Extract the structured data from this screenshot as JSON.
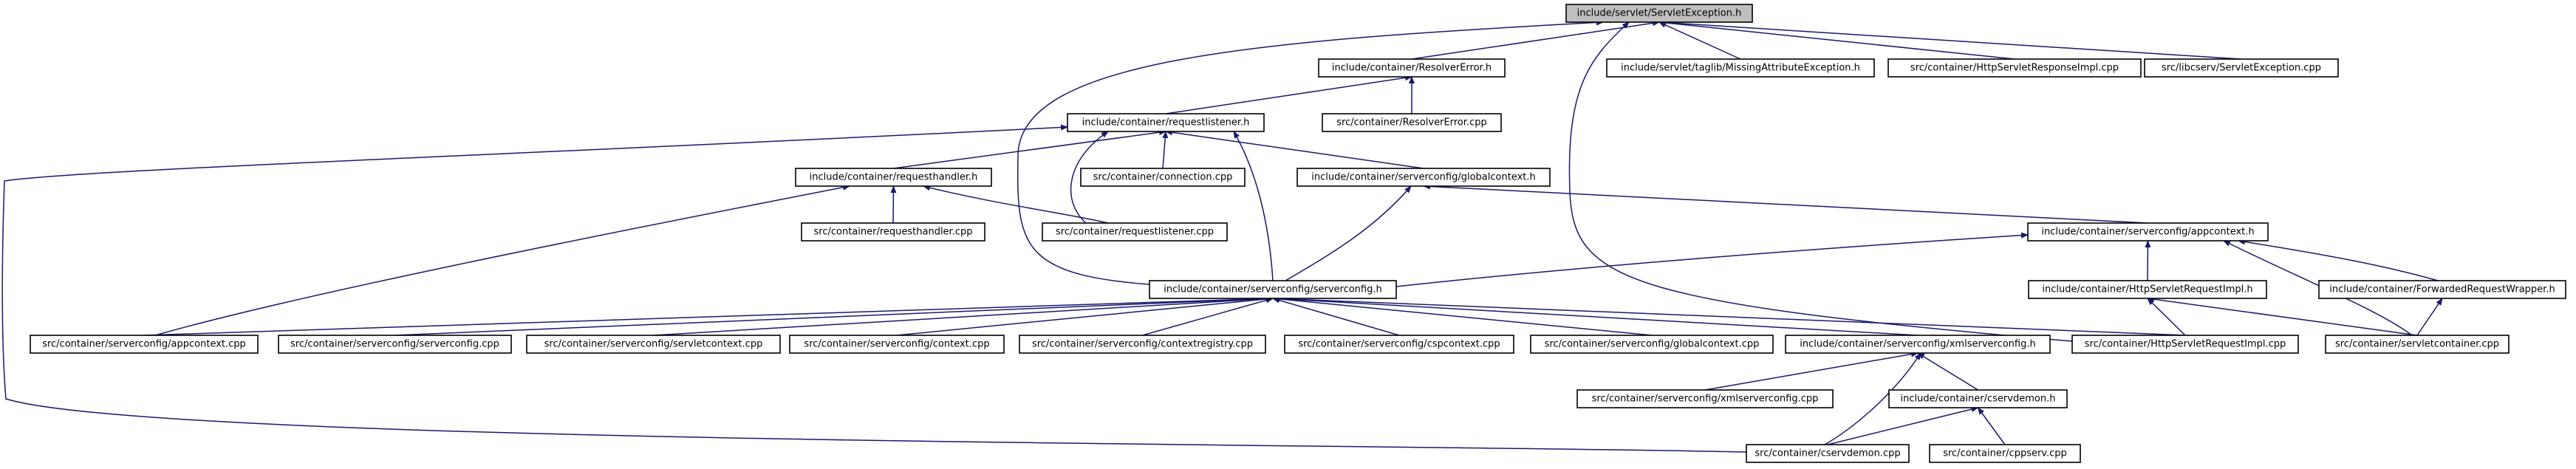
{
  "graph": {
    "arrow_color": "#191970",
    "root_fill": "#bfbfbf",
    "nodes": [
      {
        "id": "servletexception_h",
        "label": "include/servlet/ServletException.h",
        "root": true
      },
      {
        "id": "resolvererror_h",
        "label": "include/container/ResolverError.h"
      },
      {
        "id": "missingattribute_h",
        "label": "include/servlet/taglib/MissingAttributeException.h"
      },
      {
        "id": "httpservletresponseimpl_cpp",
        "label": "src/container/HttpServletResponseImpl.cpp"
      },
      {
        "id": "libcserv_servletexception_cpp",
        "label": "src/libcserv/ServletException.cpp"
      },
      {
        "id": "requestlistener_h",
        "label": "include/container/requestlistener.h"
      },
      {
        "id": "resolvererror_cpp",
        "label": "src/container/ResolverError.cpp"
      },
      {
        "id": "requesthandler_h",
        "label": "include/container/requesthandler.h"
      },
      {
        "id": "connection_cpp",
        "label": "src/container/connection.cpp"
      },
      {
        "id": "globalcontext_h",
        "label": "include/container/serverconfig/globalcontext.h"
      },
      {
        "id": "requesthandler_cpp",
        "label": "src/container/requesthandler.cpp"
      },
      {
        "id": "requestlistener_cpp",
        "label": "src/container/requestlistener.cpp"
      },
      {
        "id": "appcontext_h",
        "label": "include/container/serverconfig/appcontext.h"
      },
      {
        "id": "serverconfig_h",
        "label": "include/container/serverconfig/serverconfig.h"
      },
      {
        "id": "httpservletrequestimpl_h",
        "label": "include/container/HttpServletRequestImpl.h"
      },
      {
        "id": "forwardedrequestwrapper_h",
        "label": "include/container/ForwardedRequestWrapper.h"
      },
      {
        "id": "appcontext_cpp",
        "label": "src/container/serverconfig/appcontext.cpp"
      },
      {
        "id": "serverconfig_cpp",
        "label": "src/container/serverconfig/serverconfig.cpp"
      },
      {
        "id": "servletcontext_cpp",
        "label": "src/container/serverconfig/servletcontext.cpp"
      },
      {
        "id": "context_cpp",
        "label": "src/container/serverconfig/context.cpp"
      },
      {
        "id": "contextregistry_cpp",
        "label": "src/container/serverconfig/contextregistry.cpp"
      },
      {
        "id": "cspcontext_cpp",
        "label": "src/container/serverconfig/cspcontext.cpp"
      },
      {
        "id": "globalcontext_cpp",
        "label": "src/container/serverconfig/globalcontext.cpp"
      },
      {
        "id": "xmlserverconfig_h",
        "label": "include/container/serverconfig/xmlserverconfig.h"
      },
      {
        "id": "httpservletrequestimpl_cpp",
        "label": "src/container/HttpServletRequestImpl.cpp"
      },
      {
        "id": "servletcontainer_cpp",
        "label": "src/container/servletcontainer.cpp"
      },
      {
        "id": "xmlserverconfig_cpp",
        "label": "src/container/serverconfig/xmlserverconfig.cpp"
      },
      {
        "id": "cservdemon_h",
        "label": "include/container/cservdemon.h"
      },
      {
        "id": "cservdemon_cpp",
        "label": "src/container/cservdemon.cpp"
      },
      {
        "id": "cppserv_cpp",
        "label": "src/container/cppserv.cpp"
      }
    ],
    "edges": [
      {
        "from": "servletexception_h",
        "to": "resolvererror_h"
      },
      {
        "from": "servletexception_h",
        "to": "missingattribute_h"
      },
      {
        "from": "servletexception_h",
        "to": "httpservletresponseimpl_cpp"
      },
      {
        "from": "servletexception_h",
        "to": "libcserv_servletexception_cpp"
      },
      {
        "from": "servletexception_h",
        "to": "serverconfig_h"
      },
      {
        "from": "servletexception_h",
        "to": "httpservletrequestimpl_cpp"
      },
      {
        "from": "resolvererror_h",
        "to": "requestlistener_h"
      },
      {
        "from": "resolvererror_h",
        "to": "resolvererror_cpp"
      },
      {
        "from": "requestlistener_h",
        "to": "requesthandler_h"
      },
      {
        "from": "requestlistener_h",
        "to": "connection_cpp"
      },
      {
        "from": "requestlistener_h",
        "to": "globalcontext_h"
      },
      {
        "from": "requestlistener_h",
        "to": "requestlistener_cpp"
      },
      {
        "from": "requestlistener_h",
        "to": "serverconfig_h"
      },
      {
        "from": "requestlistener_h",
        "to": "cservdemon_cpp"
      },
      {
        "from": "requesthandler_h",
        "to": "requesthandler_cpp"
      },
      {
        "from": "requesthandler_h",
        "to": "requestlistener_cpp"
      },
      {
        "from": "requesthandler_h",
        "to": "appcontext_cpp"
      },
      {
        "from": "globalcontext_h",
        "to": "appcontext_h"
      },
      {
        "from": "globalcontext_h",
        "to": "serverconfig_h"
      },
      {
        "from": "appcontext_h",
        "to": "serverconfig_h"
      },
      {
        "from": "appcontext_h",
        "to": "httpservletrequestimpl_h"
      },
      {
        "from": "appcontext_h",
        "to": "forwardedrequestwrapper_h"
      },
      {
        "from": "appcontext_h",
        "to": "servletcontainer_cpp"
      },
      {
        "from": "serverconfig_h",
        "to": "appcontext_cpp"
      },
      {
        "from": "serverconfig_h",
        "to": "serverconfig_cpp"
      },
      {
        "from": "serverconfig_h",
        "to": "servletcontext_cpp"
      },
      {
        "from": "serverconfig_h",
        "to": "context_cpp"
      },
      {
        "from": "serverconfig_h",
        "to": "contextregistry_cpp"
      },
      {
        "from": "serverconfig_h",
        "to": "cspcontext_cpp"
      },
      {
        "from": "serverconfig_h",
        "to": "globalcontext_cpp"
      },
      {
        "from": "serverconfig_h",
        "to": "xmlserverconfig_h"
      },
      {
        "from": "serverconfig_h",
        "to": "httpservletrequestimpl_cpp"
      },
      {
        "from": "httpservletrequestimpl_h",
        "to": "httpservletrequestimpl_cpp"
      },
      {
        "from": "httpservletrequestimpl_h",
        "to": "servletcontainer_cpp"
      },
      {
        "from": "forwardedrequestwrapper_h",
        "to": "servletcontainer_cpp"
      },
      {
        "from": "xmlserverconfig_h",
        "to": "xmlserverconfig_cpp"
      },
      {
        "from": "xmlserverconfig_h",
        "to": "cservdemon_h"
      },
      {
        "from": "xmlserverconfig_h",
        "to": "cservdemon_cpp"
      },
      {
        "from": "cservdemon_h",
        "to": "cservdemon_cpp"
      },
      {
        "from": "cservdemon_h",
        "to": "cppserv_cpp"
      }
    ]
  }
}
